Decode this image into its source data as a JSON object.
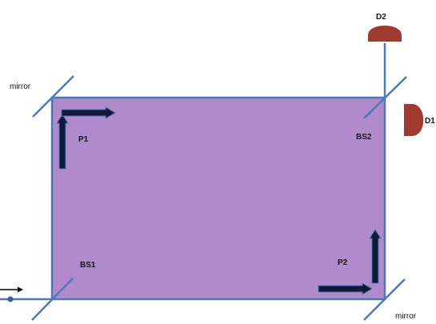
{
  "labels": {
    "mirror_top_left": "mirror",
    "mirror_bottom_right": "mirror",
    "bs1": "BS1",
    "bs2": "BS2",
    "p1": "P1",
    "p2": "P2",
    "d1": "D1",
    "d2": "D2"
  },
  "colors": {
    "region_fill": "#b08acb",
    "beam": "#4a7ab8",
    "detector": "#a13b32",
    "arrow_fill": "#0f1a3a",
    "arrow_stroke": "#4a7ab8"
  }
}
